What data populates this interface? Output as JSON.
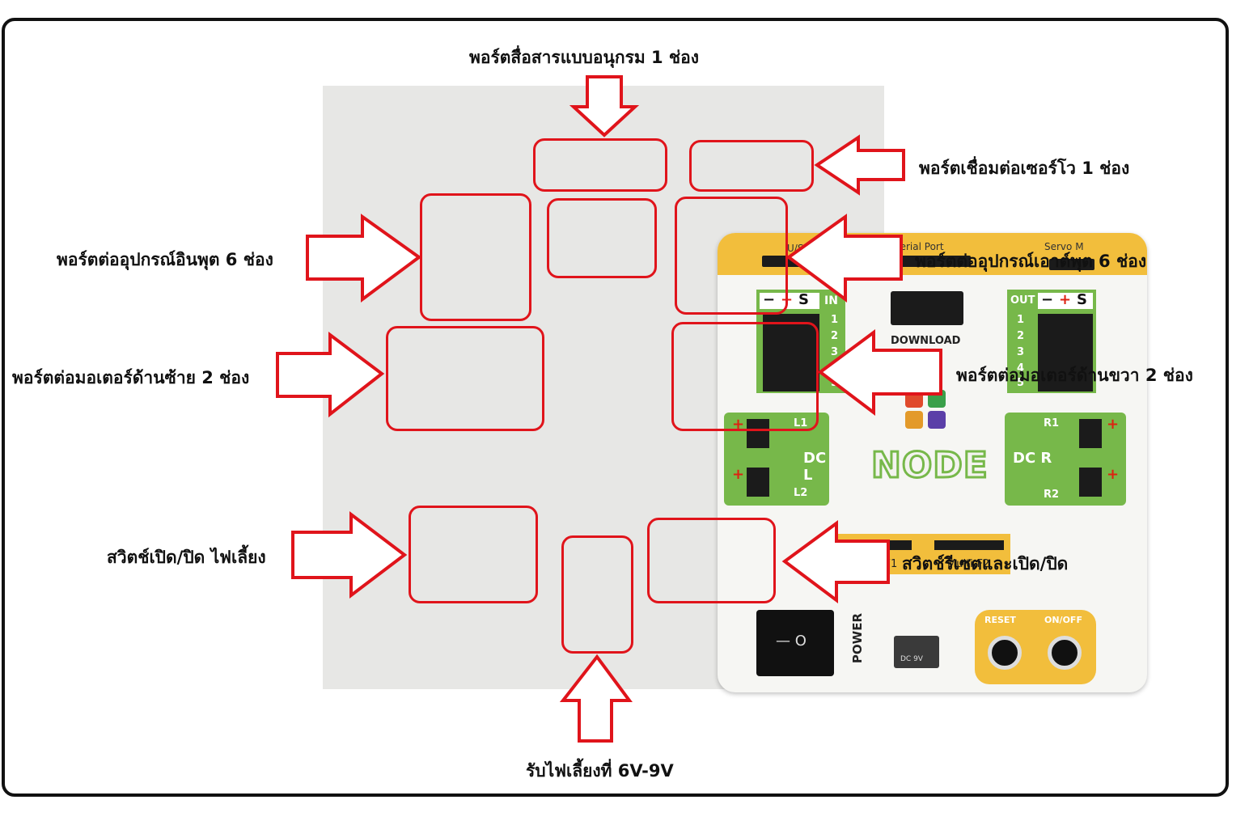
{
  "callouts": {
    "serial_port": "พอร์ตสื่อสารแบบอนุกรม 1 ช่อง",
    "servo_port": "พอร์ตเชื่อมต่อเซอร์โว 1 ช่อง",
    "input_ports": "พอร์ตต่ออุปกรณ์อินพุต 6 ช่อง",
    "output_ports": "พอร์ตต่ออุปกรณ์เอาต์พุต 6 ช่อง",
    "left_motor_ports": "พอร์ตต่อมอเตอร์ด้านซ้าย 2 ช่อง",
    "right_motor_ports": "พอร์ตต่อมอเตอร์ด้านขวา 2 ช่อง",
    "power_switch": "สวิตช์เปิด/ปิด ไฟเลี้ยง",
    "reset_onoff_switch": "สวิตช์รีเซตและเปิด/ปิด",
    "power_input": "รับไฟเลี้ยงที่ 6V-9V"
  },
  "board": {
    "us_label": "U/S",
    "serial_label": "Serial Port",
    "servo_label": "Servo M",
    "download_label": "DOWNLOAD",
    "in_header": {
      "minus": "−",
      "plus": "+",
      "s": "S",
      "in": "IN"
    },
    "out_header": {
      "out": "OUT",
      "minus": "−",
      "plus": "+",
      "s": "S"
    },
    "rows": [
      "1",
      "2",
      "3",
      "4",
      "5"
    ],
    "dcl_label": "DC L",
    "dcr_label": "DC R",
    "l1": "L1",
    "l2": "L2",
    "r1": "R1",
    "r2": "R2",
    "logo": "NODE",
    "multi_f1": "Multi-F1",
    "multi_f2": "Multi-F2",
    "power_text": "POWER",
    "reset_text": "RESET",
    "onoff_text": "ON/OFF",
    "dc_text": "DC 9V",
    "rocker_glyph": "— O"
  },
  "colors": {
    "highlight": "#e0141b",
    "panel_green": "#77b84a",
    "strip_yellow": "#f2be3c"
  }
}
